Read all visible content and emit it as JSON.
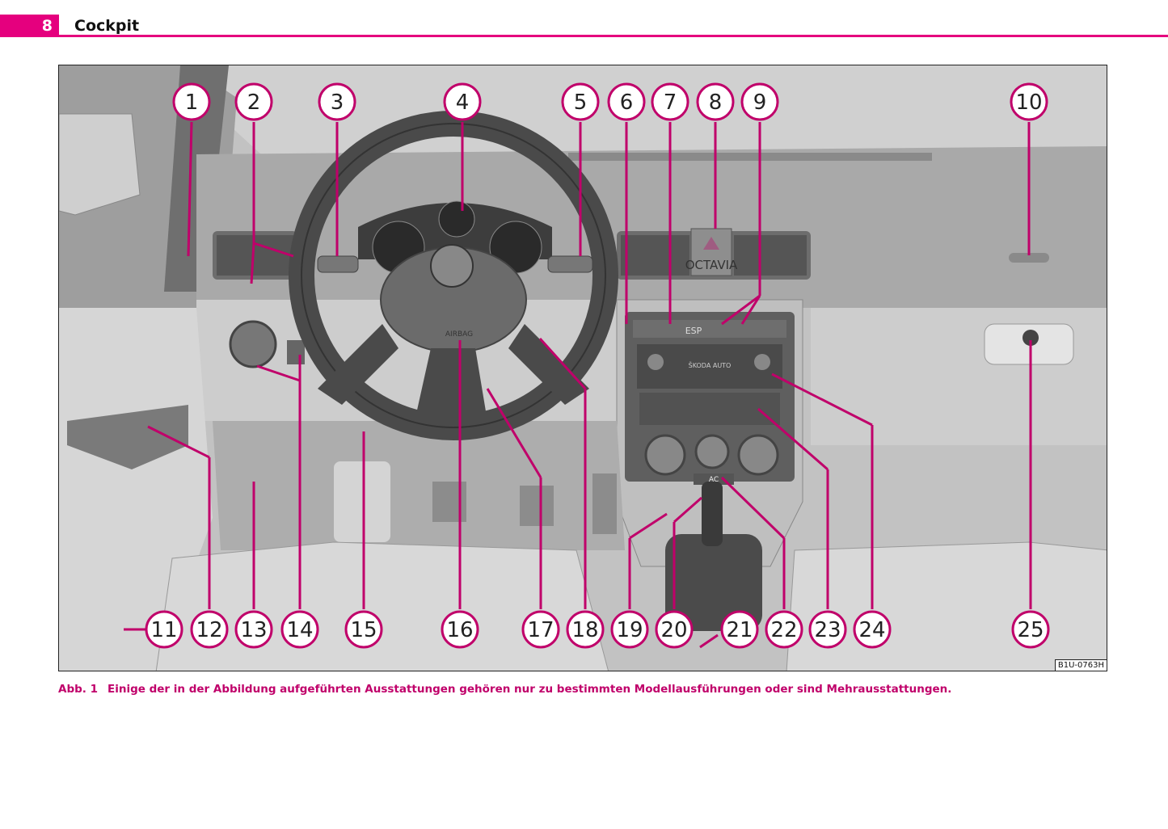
{
  "header": {
    "page_number": "8",
    "title": "Cockpit"
  },
  "figure": {
    "code": "B1U-0763H",
    "callouts": [
      "1",
      "2",
      "3",
      "4",
      "5",
      "6",
      "7",
      "8",
      "9",
      "10",
      "11",
      "12",
      "13",
      "14",
      "15",
      "16",
      "17",
      "18",
      "19",
      "20",
      "21",
      "22",
      "23",
      "24",
      "25"
    ],
    "dash_labels": {
      "esp": "ESP",
      "airbag": "AIRBAG",
      "octavia": "OCTAVIA",
      "radio": "ŠKODA AUTO",
      "ac": "AC"
    }
  },
  "caption": {
    "label": "Abb. 1",
    "text": "Einige der in der Abbildung aufgeführten Ausstattungen gehören nur zu bestimmten Modellausführungen oder sind Mehrausstattungen."
  }
}
